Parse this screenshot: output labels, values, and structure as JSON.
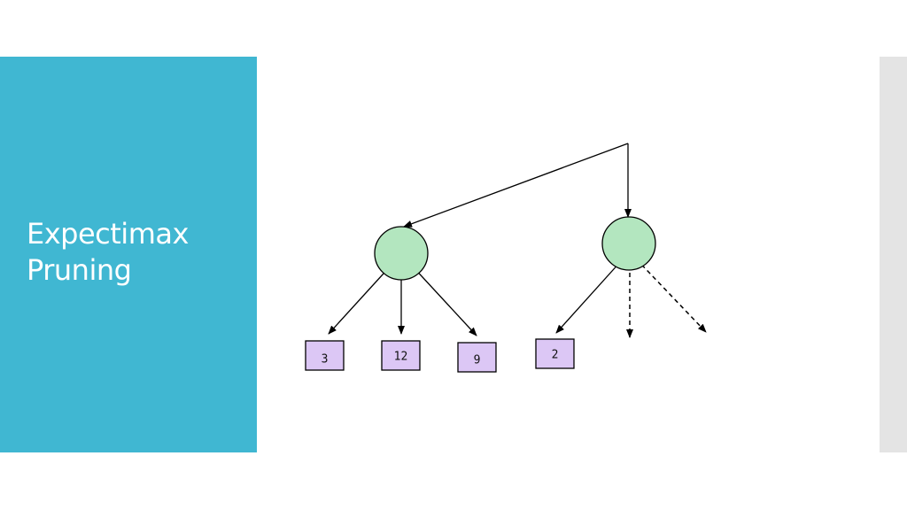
{
  "slide": {
    "title_line1": "Expectimax",
    "title_line2": "Pruning"
  },
  "diagram": {
    "left_chance_leaves": [
      "3",
      "12",
      "9"
    ],
    "right_chance_leaves": [
      "2"
    ],
    "pruned_children": 2
  },
  "colors": {
    "title_panel": "#40b7d2",
    "chance_node_fill": "#b3e6bf",
    "leaf_fill": "#dcc7f5",
    "right_strip": "#e4e4e4"
  }
}
